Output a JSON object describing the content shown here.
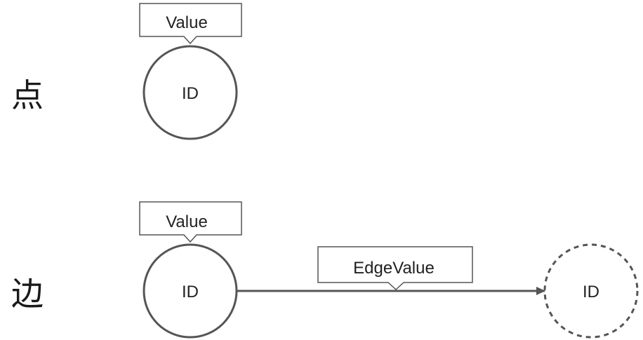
{
  "vertex_section": {
    "label": "点",
    "callout_text": "Value",
    "node_text": "ID"
  },
  "edge_section": {
    "label": "边",
    "source_callout_text": "Value",
    "source_node_text": "ID",
    "edge_callout_text": "EdgeValue",
    "target_node_text": "ID"
  },
  "colors": {
    "stroke": "#555555",
    "text": "#222222"
  }
}
